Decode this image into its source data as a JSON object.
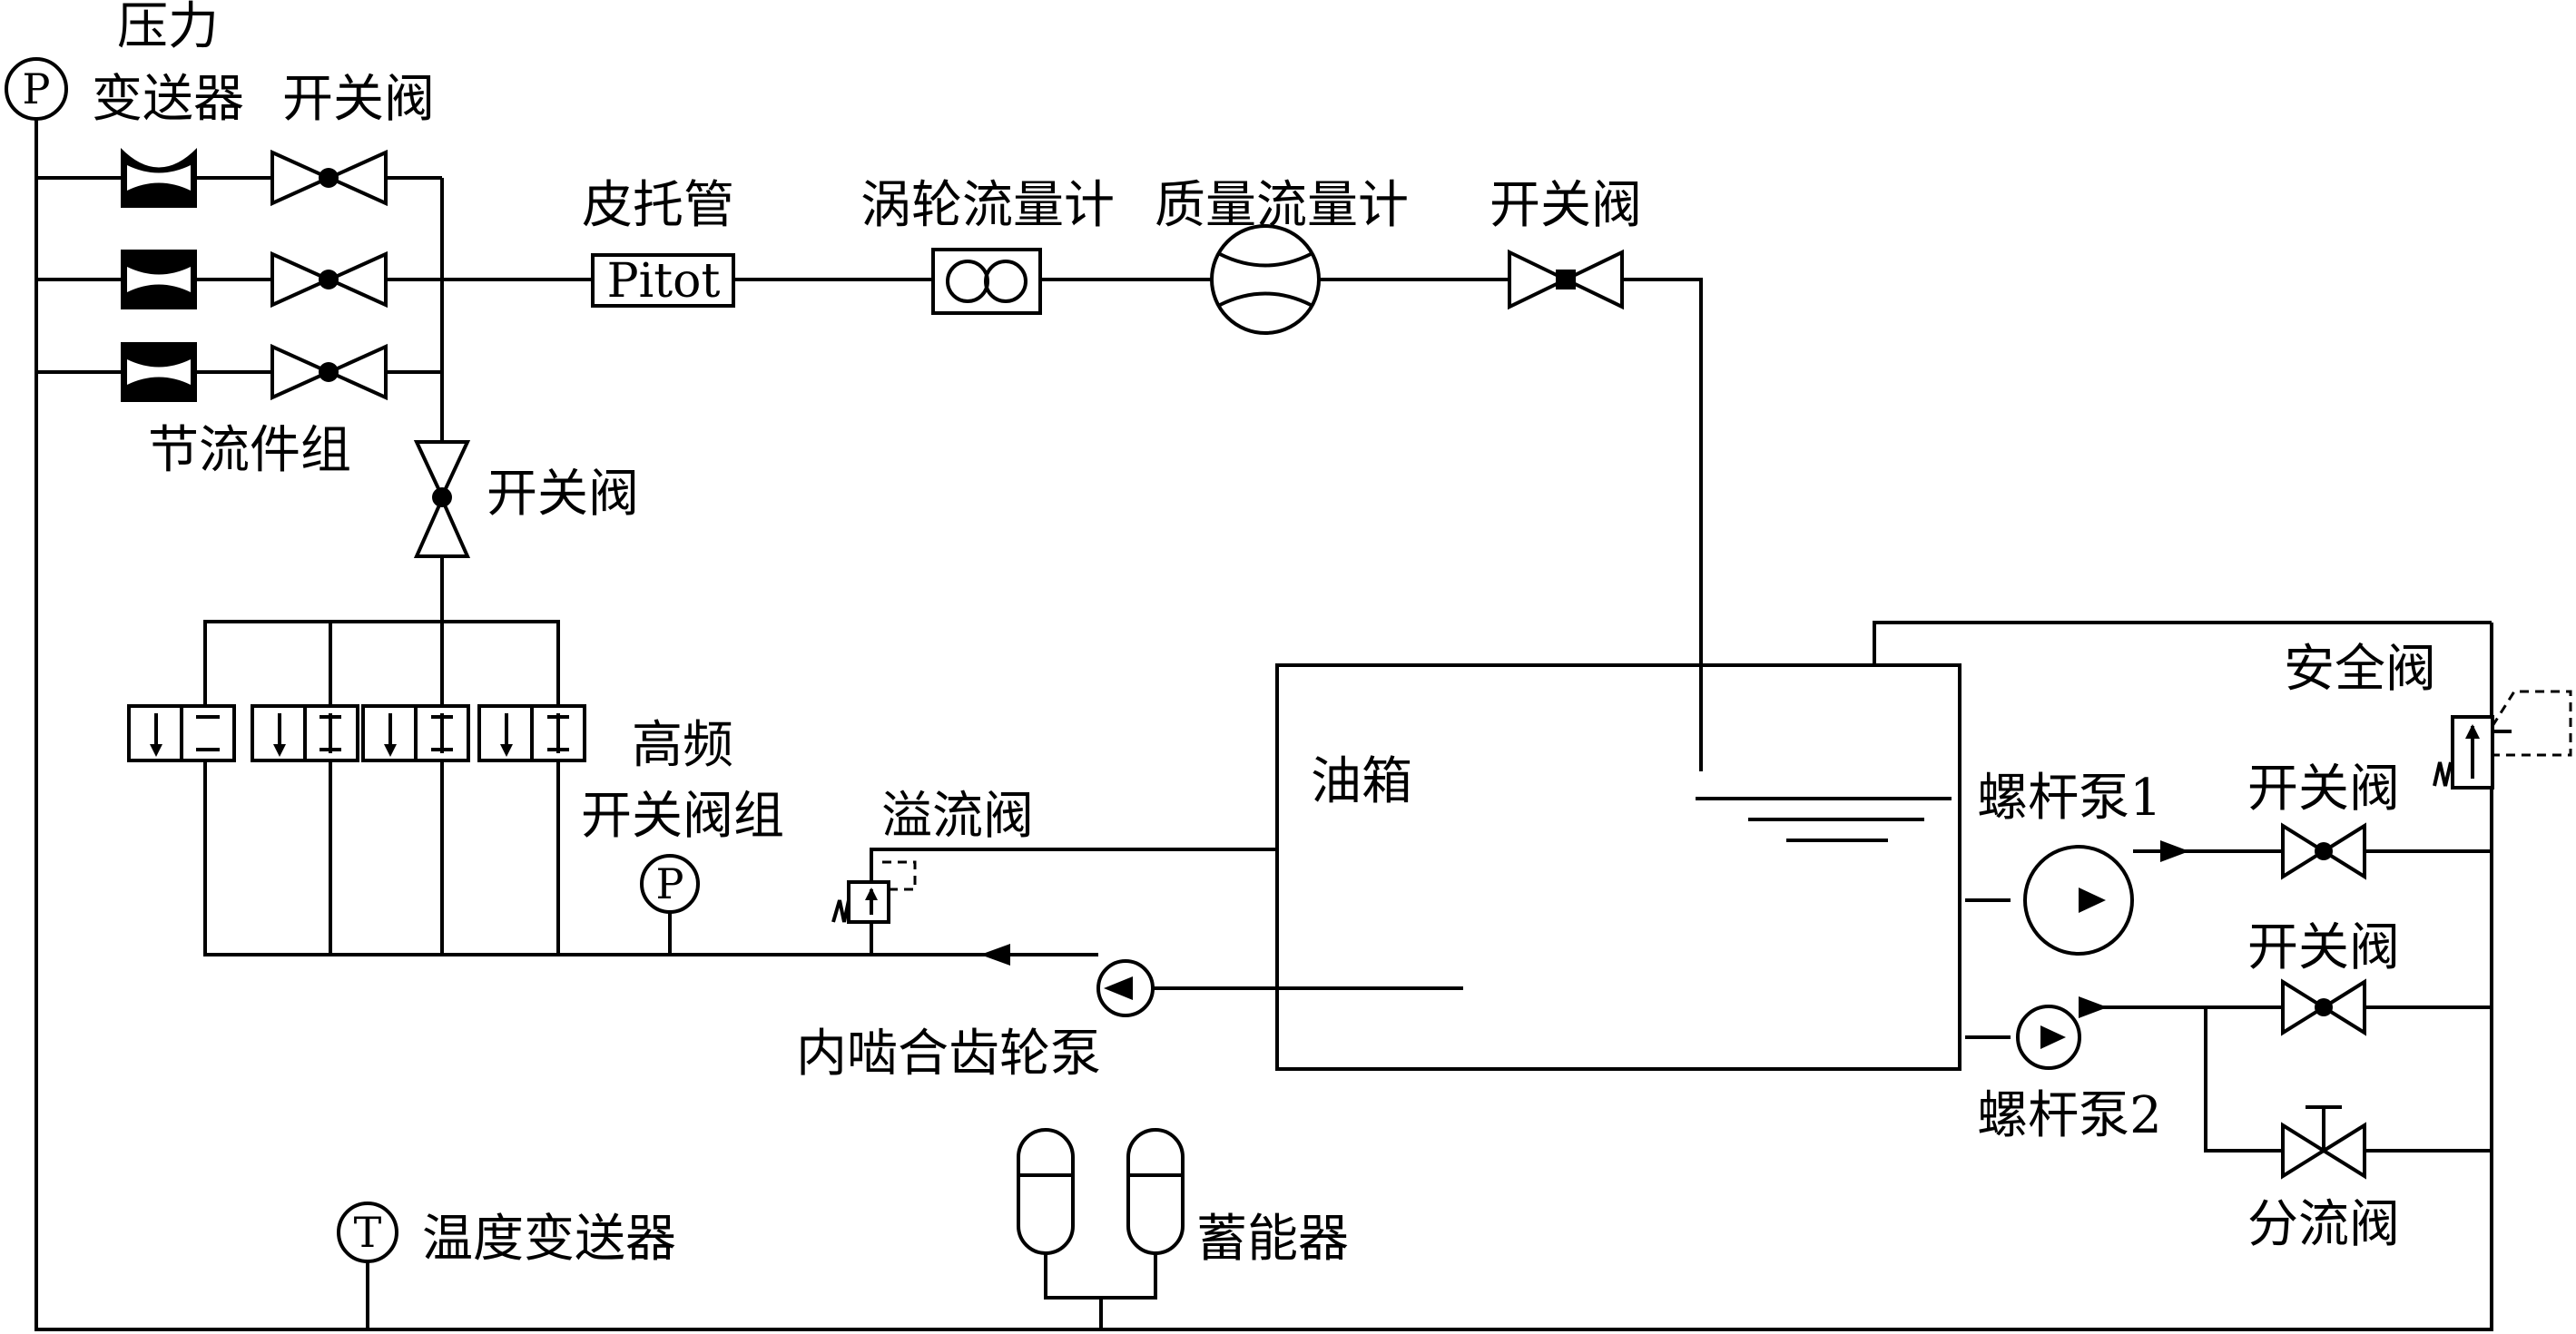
{
  "labels": {
    "pressure_transmitter": [
      "压力",
      "变送器"
    ],
    "shutoff_valve": "开关阀",
    "pitot_tube": "皮托管",
    "pitot_symbol": "Pitot",
    "turbine_flowmeter": "涡轮流量计",
    "mass_flowmeter": "质量流量计",
    "throttle_group": "节流件组",
    "high_freq_valve_group": [
      "高频",
      "开关阀组"
    ],
    "relief_valve": "溢流阀",
    "oil_tank": "油箱",
    "screw_pump_1": "螺杆泵1",
    "screw_pump_2": "螺杆泵2",
    "safety_valve": "安全阀",
    "internal_gear_pump": "内啮合齿轮泵",
    "temperature_transmitter": "温度变送器",
    "accumulator": "蓄能器",
    "diverter_valve": "分流阀",
    "pressure_symbol": "P",
    "temperature_symbol": "T"
  }
}
